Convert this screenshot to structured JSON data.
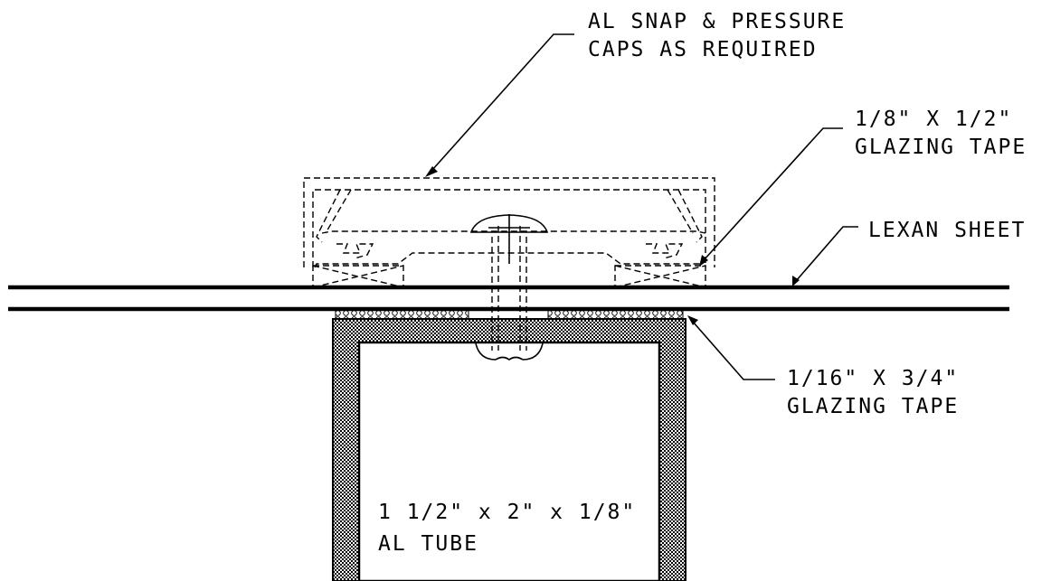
{
  "labels": {
    "cap_line1": "AL SNAP & PRESSURE",
    "cap_line2": "CAPS AS REQUIRED",
    "tape_top_line1": "1/8\" X 1/2\"",
    "tape_top_line2": "GLAZING TAPE",
    "lexan": "LEXAN SHEET",
    "tape_bottom_line1": "1/16\" X 3/4\"",
    "tape_bottom_line2": "GLAZING TAPE",
    "tube_line1": "1 1/2\" x 2\" x 1/8\"",
    "tube_line2": "AL TUBE"
  }
}
